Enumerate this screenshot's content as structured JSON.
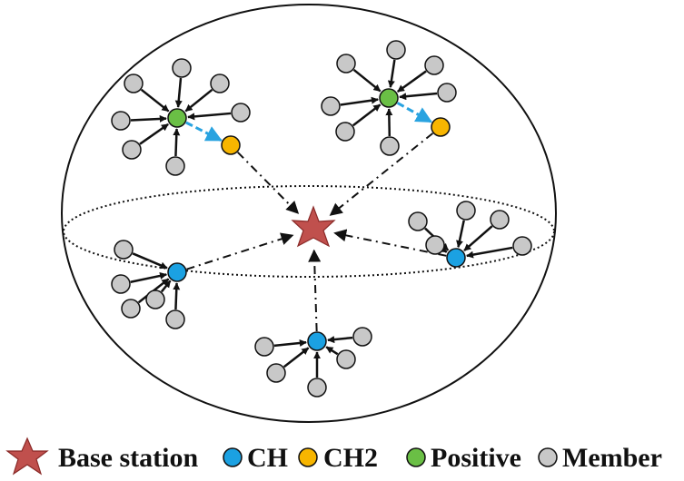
{
  "colors": {
    "base_station": "#c0504d",
    "ch": "#1ba1e2",
    "ch2": "#f7b500",
    "positive": "#6abf45",
    "member": "#c8c8c8",
    "link_to_ch2": "#29a3e0",
    "stroke": "#111111"
  },
  "legend": {
    "base_station": "Base station",
    "ch": "CH",
    "ch2": "CH2",
    "positive": "Positive",
    "member": "Member"
  }
}
